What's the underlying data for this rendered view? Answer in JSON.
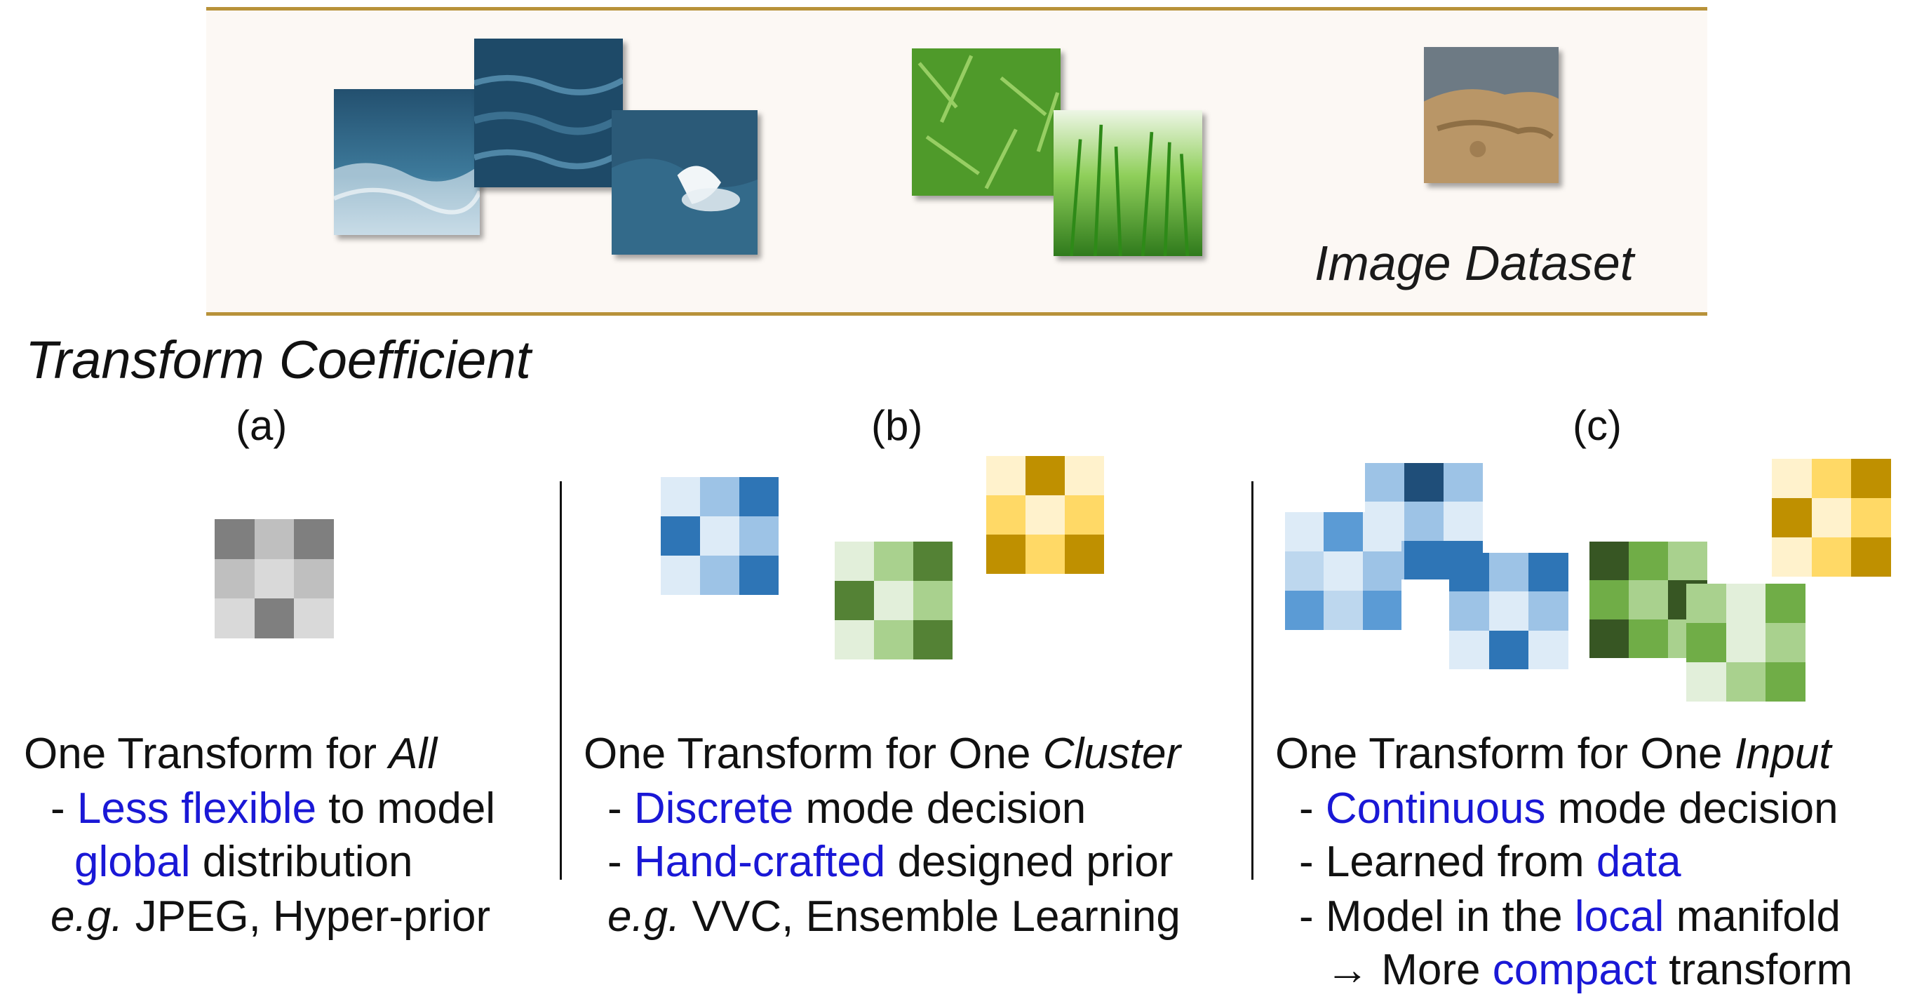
{
  "banner": {
    "label": "Image Dataset"
  },
  "section_title": "Transform Coefficient",
  "panels": [
    {
      "letter": "(a)",
      "title_prefix": "One Transform for ",
      "title_em": "All",
      "lines": [
        {
          "dash": "- ",
          "hl": "Less flexible",
          "rest": " to model"
        },
        {
          "hl": "global",
          "rest": " distribution"
        }
      ],
      "example_em": "e.g.",
      "example_rest": " JPEG, Hyper-prior"
    },
    {
      "letter": "(b)",
      "title_prefix": "One Transform for One ",
      "title_em": "Cluster",
      "lines": [
        {
          "dash": "- ",
          "hl": "Discrete",
          "rest": " mode decision"
        },
        {
          "dash": "- ",
          "hl": "Hand-crafted",
          "rest": " designed prior"
        }
      ],
      "example_em": "e.g.",
      "example_rest": " VVC, Ensemble Learning"
    },
    {
      "letter": "(c)",
      "title_prefix": "One Transform for One ",
      "title_em": "Input",
      "lines": [
        {
          "dash": "- ",
          "hl": "Continuous",
          "rest": " mode decision"
        },
        {
          "dash": "- ",
          "pre": "Learned from ",
          "hl": "data"
        },
        {
          "dash": "- ",
          "pre": "Model in the ",
          "hl": "local",
          "rest": " manifold"
        },
        {
          "dash": "→ ",
          "pre": "More ",
          "hl": "compact",
          "rest": " transform"
        }
      ]
    }
  ],
  "colors": {
    "highlight": "#1a18d6",
    "banner_border": "#b8923a",
    "gray": [
      "#7f7f7f",
      "#bfbfbf",
      "#d9d9d9"
    ],
    "blue": [
      "#1f4e79",
      "#2e75b6",
      "#5b9bd5",
      "#9dc3e6",
      "#ddebf7"
    ],
    "green": [
      "#375623",
      "#548235",
      "#70ad47",
      "#a9d18e",
      "#e2efda"
    ],
    "gold": [
      "#bf9000",
      "#ffd966",
      "#fff2cc"
    ]
  },
  "grids": {
    "a": [
      "#7f7f7f",
      "#bfbfbf",
      "#7f7f7f",
      "#bfbfbf",
      "#d9d9d9",
      "#bfbfbf",
      "#d9d9d9",
      "#7f7f7f",
      "#d9d9d9"
    ],
    "b_blue": [
      "#ddebf7",
      "#9dc3e6",
      "#2e75b6",
      "#2e75b6",
      "#ddebf7",
      "#9dc3e6",
      "#ddebf7",
      "#9dc3e6",
      "#2e75b6"
    ],
    "b_green": [
      "#e2efda",
      "#a9d18e",
      "#548235",
      "#548235",
      "#e2efda",
      "#a9d18e",
      "#e2efda",
      "#a9d18e",
      "#548235"
    ],
    "b_gold": [
      "#fff2cc",
      "#bf9000",
      "#fff2cc",
      "#ffd966",
      "#fff2cc",
      "#ffd966",
      "#bf9000",
      "#ffd966",
      "#bf9000"
    ],
    "c_blue1": [
      "#ddebf7",
      "#5b9bd5",
      "#ddebf7",
      "#bdd7ee",
      "#ddebf7",
      "#9dc3e6",
      "#5b9bd5",
      "#bdd7ee",
      "#5b9bd5"
    ],
    "c_blue2": [
      "#9dc3e6",
      "#1f4e79",
      "#9dc3e6",
      "#ddebf7",
      "#9dc3e6",
      "#ddebf7",
      "#9dc3e6",
      "#2e75b6",
      "#2e75b6"
    ],
    "c_blue3": [
      "#2e75b6",
      "#9dc3e6",
      "#2e75b6",
      "#9dc3e6",
      "#ddebf7",
      "#9dc3e6",
      "#ddebf7",
      "#2e75b6",
      "#ddebf7"
    ],
    "c_green1": [
      "#375623",
      "#70ad47",
      "#a9d18e",
      "#70ad47",
      "#a9d18e",
      "#375623",
      "#375623",
      "#70ad47",
      "#a9d18e"
    ],
    "c_green2": [
      "#a9d18e",
      "#e2efda",
      "#70ad47",
      "#70ad47",
      "#e2efda",
      "#a9d18e",
      "#e2efda",
      "#a9d18e",
      "#70ad47"
    ],
    "c_gold": [
      "#fff2cc",
      "#ffd966",
      "#bf9000",
      "#bf9000",
      "#fff2cc",
      "#ffd966",
      "#fff2cc",
      "#ffd966",
      "#bf9000"
    ]
  }
}
